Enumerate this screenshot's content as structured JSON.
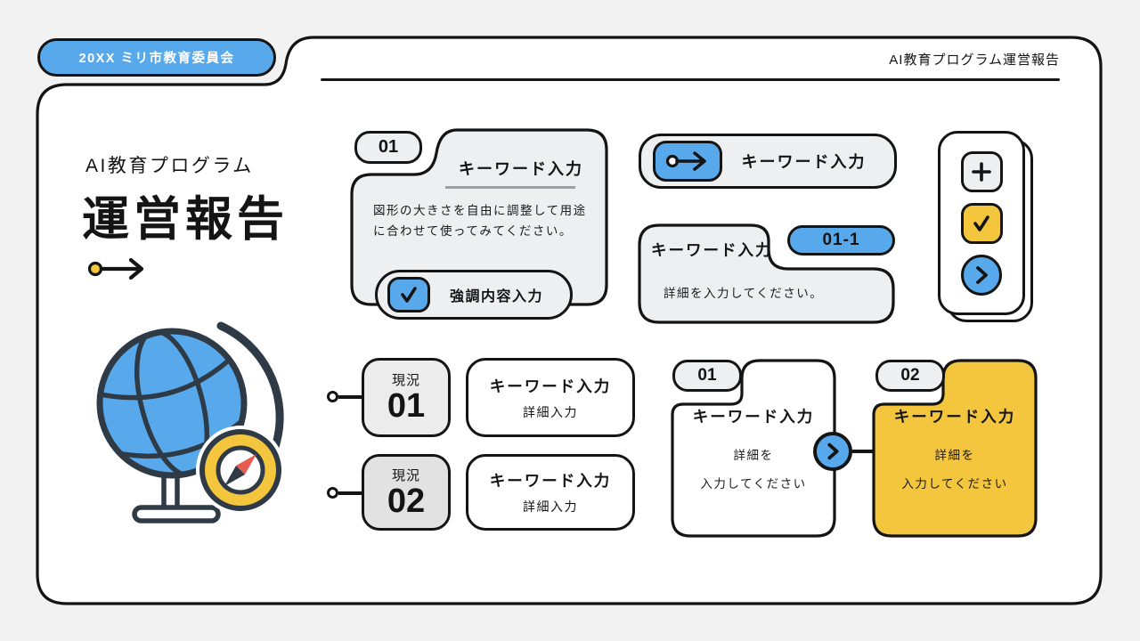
{
  "slide": {
    "badge": "20XX ミリ市教育委員会",
    "header_title": "AI教育プログラム運営報告",
    "subtitle": "AI教育プログラム",
    "title": "運営報告"
  },
  "colors": {
    "background": "#f2f2f2",
    "panel": "#ffffff",
    "ink": "#141414",
    "blue": "#58a9ec",
    "yellow": "#f4c63e",
    "card_gray": "#eeeff0",
    "status_box_1": "#ececec",
    "status_box_2": "#e2e2e2",
    "compass_red": "#e85d52",
    "globe_line": "#2e3b46"
  },
  "keyword_card": {
    "tab": "01",
    "keyword": "キーワード入力",
    "body": "図形の大きさを自由に調整して用途に合わせて使ってみてください。",
    "highlight": "強調内容入力"
  },
  "keyword_bar": {
    "keyword": "キーワード入力"
  },
  "sub_card": {
    "keyword": "キーワード入力",
    "badge": "01-1",
    "detail": "詳細を入力してください。"
  },
  "status_rows": [
    {
      "label": "現況",
      "number": "01",
      "keyword": "キーワード入力",
      "detail": "詳細入力"
    },
    {
      "label": "現況",
      "number": "02",
      "keyword": "キーワード入力",
      "detail": "詳細入力"
    }
  ],
  "step_cards": [
    {
      "tab": "01",
      "keyword": "キーワード入力",
      "detail_line1": "詳細を",
      "detail_line2": "入力してください"
    },
    {
      "tab": "02",
      "keyword": "キーワード入力",
      "detail_line1": "詳細を",
      "detail_line2": "入力してください"
    }
  ],
  "icons": {
    "badge_check": "check-icon",
    "bar_arrow": "arrow-right-circle-icon",
    "stack": [
      "plus-icon",
      "check-icon",
      "chevron-right-icon"
    ],
    "connector": "chevron-right-icon",
    "hero": "arrow-right-dot-icon",
    "illustration": "globe-compass-illustration"
  }
}
